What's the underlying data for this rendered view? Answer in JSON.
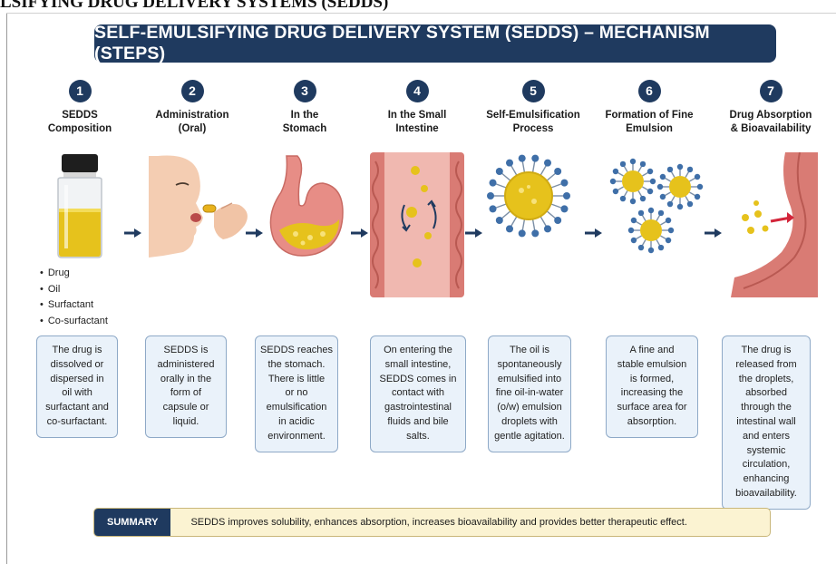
{
  "top_heading": "LSIFYING DRUG DELIVERY SYSTEMS (SEDDS)",
  "banner_title": "SELF-EMULSIFYING DRUG DELIVERY SYSTEM (SEDDS) – MECHANISM (STEPS)",
  "steps": [
    {
      "number": "1",
      "title_lines": [
        "SEDDS",
        "Composition"
      ],
      "description_lines": [
        "The drug is",
        "dissolved or",
        "dispersed in",
        "oil with",
        "surfactant and",
        "co-surfactant."
      ]
    },
    {
      "number": "2",
      "title_lines": [
        "Administration",
        "(Oral)"
      ],
      "description_lines": [
        "SEDDS is",
        "administered",
        "orally in the",
        "form of",
        "capsule or",
        "liquid."
      ]
    },
    {
      "number": "3",
      "title_lines": [
        "In the",
        "Stomach"
      ],
      "description_lines": [
        "SEDDS reaches",
        "the stomach.",
        "There is little",
        "or no",
        "emulsification",
        "in acidic",
        "environment."
      ]
    },
    {
      "number": "4",
      "title_lines": [
        "In the Small",
        "Intestine"
      ],
      "description_lines": [
        "On entering the",
        "small intestine,",
        "SEDDS comes in",
        "contact with",
        "gastrointestinal",
        "fluids and bile",
        "salts."
      ]
    },
    {
      "number": "5",
      "title_lines": [
        "Self-Emulsification",
        "Process"
      ],
      "description_lines": [
        "The oil is",
        "spontaneously",
        "emulsified into",
        "fine oil-in-water",
        "(o/w) emulsion",
        "droplets with",
        "gentle agitation."
      ]
    },
    {
      "number": "6",
      "title_lines": [
        "Formation of Fine",
        "Emulsion"
      ],
      "description_lines": [
        "A fine and",
        "stable emulsion",
        "is formed,",
        "increasing the",
        "surface area for",
        "absorption."
      ]
    },
    {
      "number": "7",
      "title_lines": [
        "Drug Absorption",
        "& Bioavailability"
      ],
      "description_lines": [
        "The drug is",
        "released from",
        "the droplets,",
        "absorbed",
        "through the",
        "intestinal wall",
        "and enters",
        "systemic",
        "circulation,",
        "enhancing",
        "bioavailability."
      ]
    }
  ],
  "composition_items": [
    "Drug",
    "Oil",
    "Surfactant",
    "Co-surfactant"
  ],
  "summary": {
    "label": "SUMMARY",
    "text": "SEDDS improves solubility, enhances absorption, increases bioavailability and provides better therapeutic effect."
  },
  "colors": {
    "navy": "#1f3a5f",
    "card_fill": "#eaf2fa",
    "card_border": "#8ea9c7",
    "summary_fill": "#fbf3d2",
    "oil_yellow": "#e6c21c",
    "tissue_pink": "#e78d86"
  }
}
